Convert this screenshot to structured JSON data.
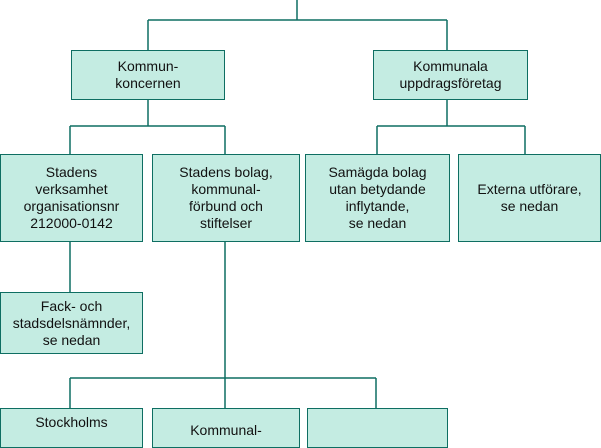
{
  "diagram": {
    "colors": {
      "box_fill": "#c4ece2",
      "box_border": "#0e6e62",
      "connector": "#0e6e62",
      "text": "#111111"
    },
    "nodes": {
      "kommunkoncernen": "Kommun-\nkoncernen",
      "kommunala_uppdragsforetag": "Kommunala\nuppdragsföretag",
      "stadens_verksamhet": "Stadens\nverksamhet\norganisationsnr\n212000-0142",
      "stadens_bolag": "Stadens bolag,\nkommunal-\nförbund och\nstiftelser",
      "samagda_bolag": "Samägda bolag\nutan betydande\ninflytande,\nse nedan",
      "externa_utforare": "Externa utförare,\nse nedan",
      "fack_och_stadsdelsnamnder": "Fack- och\nstadsdelsnämnder,\nse nedan",
      "stockholms": "Stockholms",
      "kommunal": "Kommunal-",
      "empty_box": ""
    }
  }
}
